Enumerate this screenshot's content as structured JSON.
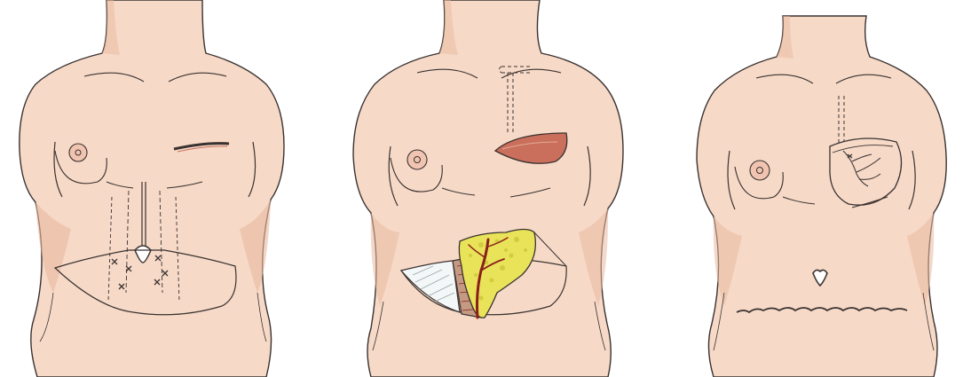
{
  "figure": {
    "panels": [
      {
        "id": "preoperative-markings"
      },
      {
        "id": "flap-harvest"
      },
      {
        "id": "postoperative-result"
      }
    ]
  },
  "colors": {
    "skin": "#f6d9c7",
    "skin_shade": "#eab9a0",
    "outline": "#3a3230",
    "flap_fat": "#e9e35a",
    "flap_fat_shade": "#c9c132",
    "vessel": "#8a1f1a",
    "recipient_bed": "#c96f5c",
    "muscle_stripe": "#9aa6a8"
  }
}
